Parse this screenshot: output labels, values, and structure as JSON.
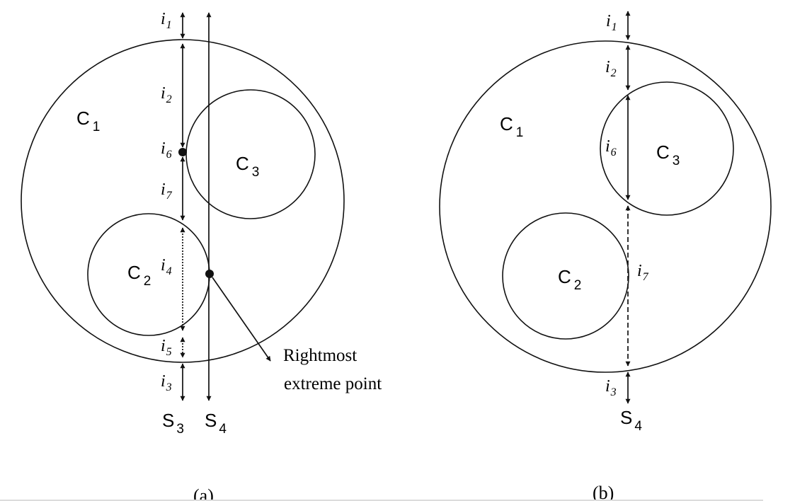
{
  "panel_a": {
    "caption": "(a)",
    "circles": {
      "c1": "C",
      "c1_sub": "1",
      "c2": "C",
      "c2_sub": "2",
      "c3": "C",
      "c3_sub": "3"
    },
    "intervals": [
      {
        "id": "i1",
        "letter": "i",
        "sub": "1"
      },
      {
        "id": "i2",
        "letter": "i",
        "sub": "2"
      },
      {
        "id": "i6",
        "letter": "i",
        "sub": "6"
      },
      {
        "id": "i7",
        "letter": "i",
        "sub": "7"
      },
      {
        "id": "i4",
        "letter": "i",
        "sub": "4"
      },
      {
        "id": "i5",
        "letter": "i",
        "sub": "5"
      },
      {
        "id": "i3",
        "letter": "i",
        "sub": "3"
      }
    ],
    "scanlines": {
      "s3": "S",
      "s3_sub": "3",
      "s4": "S",
      "s4_sub": "4"
    },
    "annotation": {
      "line1": "Rightmost",
      "line2": "extreme point"
    }
  },
  "panel_b": {
    "caption": "(b)",
    "circles": {
      "c1": "C",
      "c1_sub": "1",
      "c2": "C",
      "c2_sub": "2",
      "c3": "C",
      "c3_sub": "3"
    },
    "intervals": [
      {
        "id": "i1",
        "letter": "i",
        "sub": "1"
      },
      {
        "id": "i2",
        "letter": "i",
        "sub": "2"
      },
      {
        "id": "i6",
        "letter": "i",
        "sub": "6"
      },
      {
        "id": "i7",
        "letter": "i",
        "sub": "7"
      },
      {
        "id": "i3",
        "letter": "i",
        "sub": "3"
      }
    ],
    "scanlines": {
      "s4": "S",
      "s4_sub": "4"
    }
  }
}
